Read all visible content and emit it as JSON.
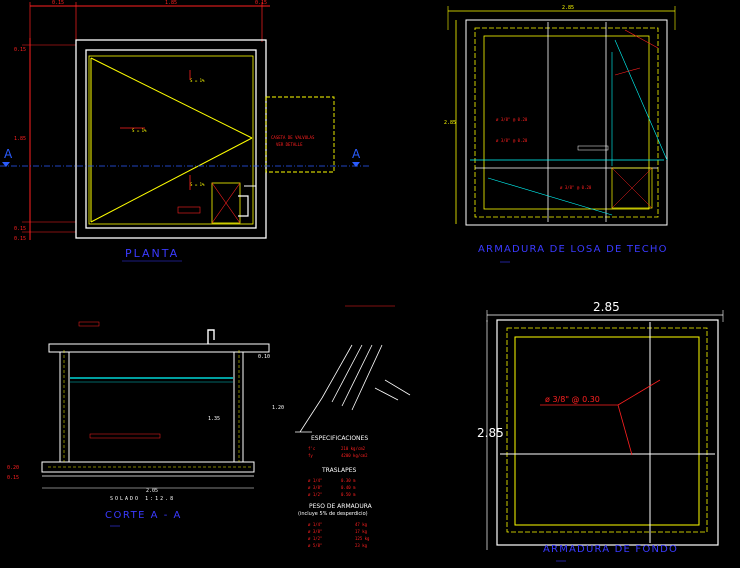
{
  "colors": {
    "bg": "#000000",
    "wall": "#ffffff",
    "rebar": "#ffff00",
    "dim": "#ffff00",
    "red": "#ff2020",
    "blue_title": "#3a3aff",
    "cyan": "#00ffff",
    "section_axis": "#2a5cff"
  },
  "planta": {
    "title": "PLANTA",
    "section_mark": "A",
    "labels": [
      "CASETA DE VALVULAS",
      "VER DETALLE"
    ],
    "dims": {
      "top": "1.85",
      "top_side_a": "0.15",
      "top_side_b": "0.15",
      "left_top": "0.15",
      "left_mid": "1.85",
      "left_bot_a": "0.15",
      "left_bot_b": "0.15"
    }
  },
  "armadura_techo": {
    "title": "ARMADURA DE LOSA DE TECHO",
    "width_dim": "2.85",
    "height_dim": "2.85",
    "notes": [
      "ø 3/8\" @ 0.20",
      "ø 3/8\" @ 0.20",
      "ø 3/8\" @ 0.20"
    ]
  },
  "corte": {
    "title": "CORTE A - A",
    "solado": "SOLADO 1:12.8",
    "dims": {
      "top_right": "0.10",
      "mid_right": "1.20",
      "inner": "1.35",
      "bottom_left_a": "0.20",
      "bottom_left_b": "0.15",
      "bottom": "2.05"
    }
  },
  "especificaciones": {
    "title": "ESPECIFICACIONES",
    "rows": [
      {
        "k": "f'c",
        "v": "210 kg/cm2"
      },
      {
        "k": "fy",
        "v": "4200 kg/cm2"
      }
    ],
    "traslapes_title": "TRASLAPES",
    "traslapes": [
      {
        "k": "ø 1/4\"",
        "v": "0.30 m"
      },
      {
        "k": "ø 3/8\"",
        "v": "0.40 m"
      },
      {
        "k": "ø 1/2\"",
        "v": "0.50 m"
      }
    ],
    "peso_title": "PESO DE ARMADURA",
    "peso_sub": "(incluye 5% de desperdicio)",
    "peso": [
      {
        "k": "ø 1/4\"",
        "v": "47 kg"
      },
      {
        "k": "ø 3/8\"",
        "v": "17 kg"
      },
      {
        "k": "ø 1/2\"",
        "v": "125 kg"
      },
      {
        "k": "ø 5/8\"",
        "v": "23 kg"
      }
    ]
  },
  "armadura_fondo": {
    "title": "ARMADURA DE FONDO",
    "width_dim": "2.85",
    "height_dim": "2.85",
    "note": "ø 3/8\" @ 0.30"
  }
}
